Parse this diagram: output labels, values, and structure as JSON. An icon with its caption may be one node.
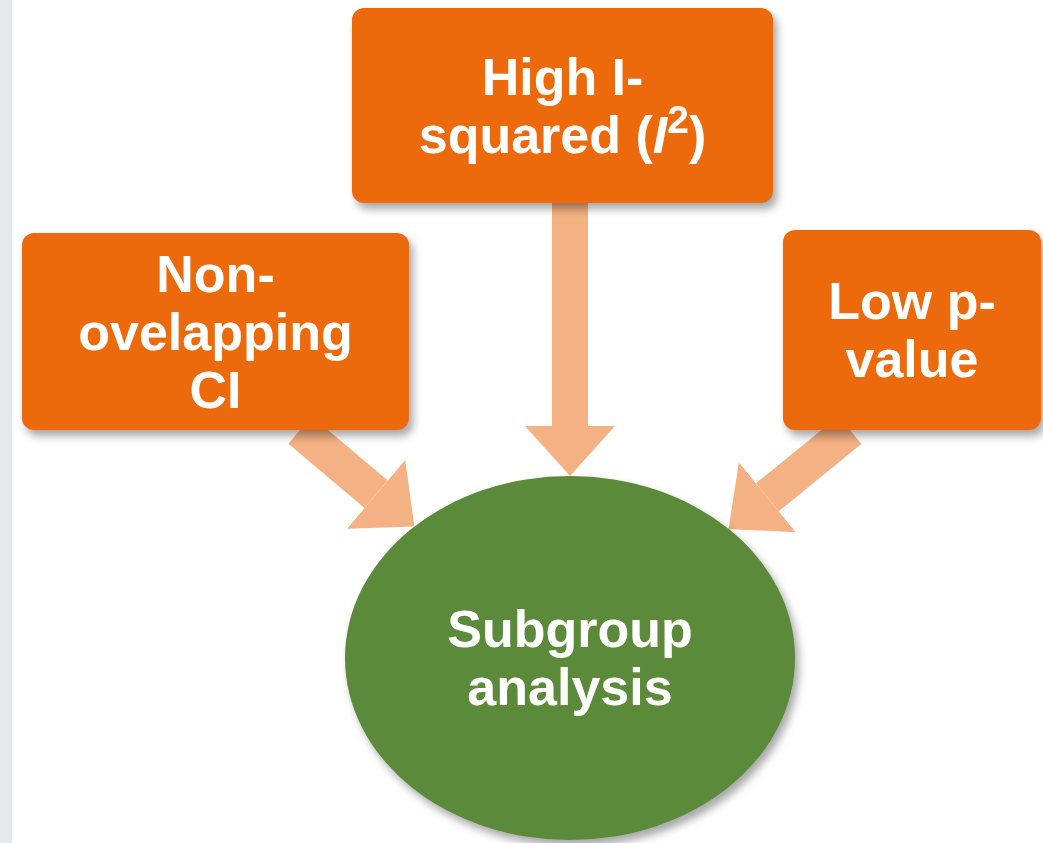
{
  "diagram": {
    "nodes": [
      {
        "text": [
          "High I- squared (*I*$^{2}$)"
        ]
      },
      {
        "text": [
          "Non- ovelapping CI"
        ]
      },
      {
        "text": [
          "Low p- value"
        ]
      },
      {
        "text": [
          "Subgroup analysis"
        ]
      }
    ],
    "edges": [
      {
        "from": 1,
        "to": 3,
        "arrow": "to"
      },
      {
        "from": 0,
        "to": 3,
        "arrow": "to"
      },
      {
        "from": 2,
        "to": 3,
        "arrow": "to"
      }
    ]
  }
}
